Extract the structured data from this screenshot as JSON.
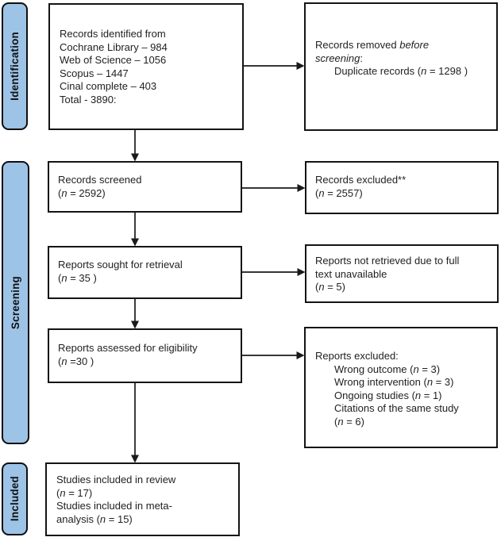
{
  "colors": {
    "stage_fill": "#9DC3E6",
    "line": "#1a1a1a"
  },
  "stages": {
    "identification": "Identification",
    "screening": "Screening",
    "included": "Included"
  },
  "boxes": {
    "records_identified": {
      "lines": [
        {
          "seg": [
            {
              "t": "Records identified from"
            }
          ]
        },
        {
          "seg": [
            {
              "t": "Cochrane Library – 984"
            }
          ]
        },
        {
          "seg": [
            {
              "t": "Web of Science – 1056"
            }
          ]
        },
        {
          "seg": [
            {
              "t": "Scopus – 1447"
            }
          ]
        },
        {
          "seg": [
            {
              "t": "Cinal complete – 403"
            }
          ]
        },
        {
          "seg": [
            {
              "t": "Total - 3890:"
            }
          ]
        }
      ]
    },
    "records_removed": {
      "lines": [
        {
          "seg": [
            {
              "t": "Records removed "
            },
            {
              "t": "before",
              "i": true
            }
          ]
        },
        {
          "seg": [
            {
              "t": "screening",
              "i": true
            },
            {
              "t": ":"
            }
          ]
        },
        {
          "indent": true,
          "seg": [
            {
              "t": "Duplicate records ("
            },
            {
              "t": "n",
              "i": true
            },
            {
              "t": " = 1298 )"
            }
          ]
        }
      ]
    },
    "records_screened": {
      "lines": [
        {
          "seg": [
            {
              "t": "Records screened"
            }
          ]
        },
        {
          "seg": [
            {
              "t": "("
            },
            {
              "t": "n",
              "i": true
            },
            {
              "t": " = 2592)"
            }
          ]
        }
      ]
    },
    "records_excluded": {
      "lines": [
        {
          "seg": [
            {
              "t": "Records excluded**"
            }
          ]
        },
        {
          "seg": [
            {
              "t": "("
            },
            {
              "t": "n",
              "i": true
            },
            {
              "t": " = 2557)"
            }
          ]
        }
      ]
    },
    "reports_sought": {
      "lines": [
        {
          "seg": [
            {
              "t": "Reports sought for retrieval"
            }
          ]
        },
        {
          "seg": [
            {
              "t": "("
            },
            {
              "t": "n",
              "i": true
            },
            {
              "t": " = 35 )"
            }
          ]
        }
      ]
    },
    "reports_not_retrieved": {
      "lines": [
        {
          "seg": [
            {
              "t": "Reports not retrieved due to full"
            }
          ]
        },
        {
          "seg": [
            {
              "t": "text unavailable"
            }
          ]
        },
        {
          "seg": [
            {
              "t": "("
            },
            {
              "t": "n",
              "i": true
            },
            {
              "t": " = 5)"
            }
          ]
        }
      ]
    },
    "reports_assessed": {
      "lines": [
        {
          "seg": [
            {
              "t": "Reports assessed for eligibility"
            }
          ]
        },
        {
          "seg": [
            {
              "t": "("
            },
            {
              "t": "n",
              "i": true
            },
            {
              "t": " =30 )"
            }
          ]
        }
      ]
    },
    "reports_excluded": {
      "lines": [
        {
          "seg": [
            {
              "t": "Reports excluded:"
            }
          ]
        },
        {
          "indent": true,
          "seg": [
            {
              "t": "Wrong outcome ("
            },
            {
              "t": "n",
              "i": true
            },
            {
              "t": " = 3)"
            }
          ]
        },
        {
          "indent": true,
          "seg": [
            {
              "t": "Wrong intervention ("
            },
            {
              "t": "n",
              "i": true
            },
            {
              "t": " = 3)"
            }
          ]
        },
        {
          "indent": true,
          "seg": [
            {
              "t": "Ongoing studies ("
            },
            {
              "t": "n",
              "i": true
            },
            {
              "t": " = 1)"
            }
          ]
        },
        {
          "indent": true,
          "seg": [
            {
              "t": "Citations of the same study"
            }
          ]
        },
        {
          "indent": true,
          "seg": [
            {
              "t": "("
            },
            {
              "t": "n",
              "i": true
            },
            {
              "t": " = 6)"
            }
          ]
        }
      ]
    },
    "studies_included": {
      "lines": [
        {
          "seg": [
            {
              "t": "Studies included in review"
            }
          ]
        },
        {
          "seg": [
            {
              "t": "("
            },
            {
              "t": "n",
              "i": true
            },
            {
              "t": " = 17)"
            }
          ]
        },
        {
          "seg": [
            {
              "t": "Studies included in meta-"
            }
          ]
        },
        {
          "seg": [
            {
              "t": "analysis ("
            },
            {
              "t": "n",
              "i": true
            },
            {
              "t": " = 15)"
            }
          ]
        }
      ]
    }
  }
}
